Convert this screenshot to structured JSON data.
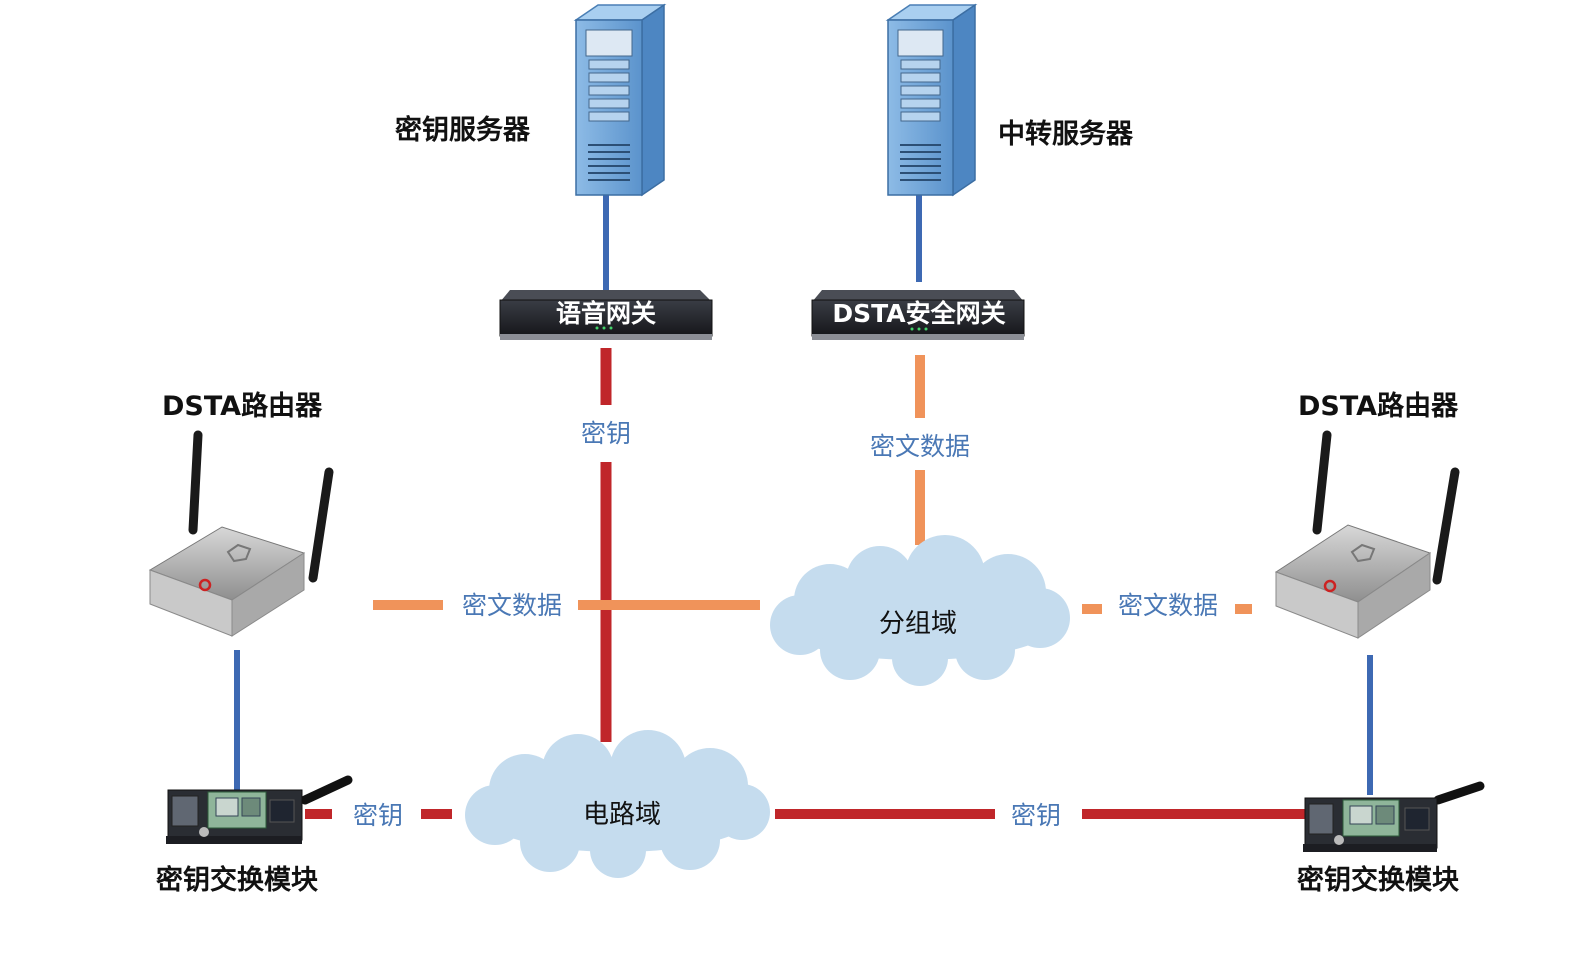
{
  "labels": {
    "key_server": "密钥服务器",
    "relay_server": "中转服务器",
    "voice_gateway": "语音网关",
    "security_gateway": "DSTA安全网关",
    "router_left": "DSTA路由器",
    "router_right": "DSTA路由器",
    "packet_domain": "分组域",
    "circuit_domain": "电路域",
    "key_module_left": "密钥交换模块",
    "key_module_right": "密钥交换模块"
  },
  "links": {
    "key_vertical": "密钥",
    "cipher_vertical": "密文数据",
    "cipher_left": "密文数据",
    "cipher_right": "密文数据",
    "key_left": "密钥",
    "key_right": "密钥"
  },
  "colors": {
    "key_link": "#c0262a",
    "cipher_link": "#f0935a",
    "wired_link": "#3d69b3",
    "server_body": "#6fa8dc",
    "cloud": "#c5dcee",
    "label_blue": "#4a78b5"
  }
}
